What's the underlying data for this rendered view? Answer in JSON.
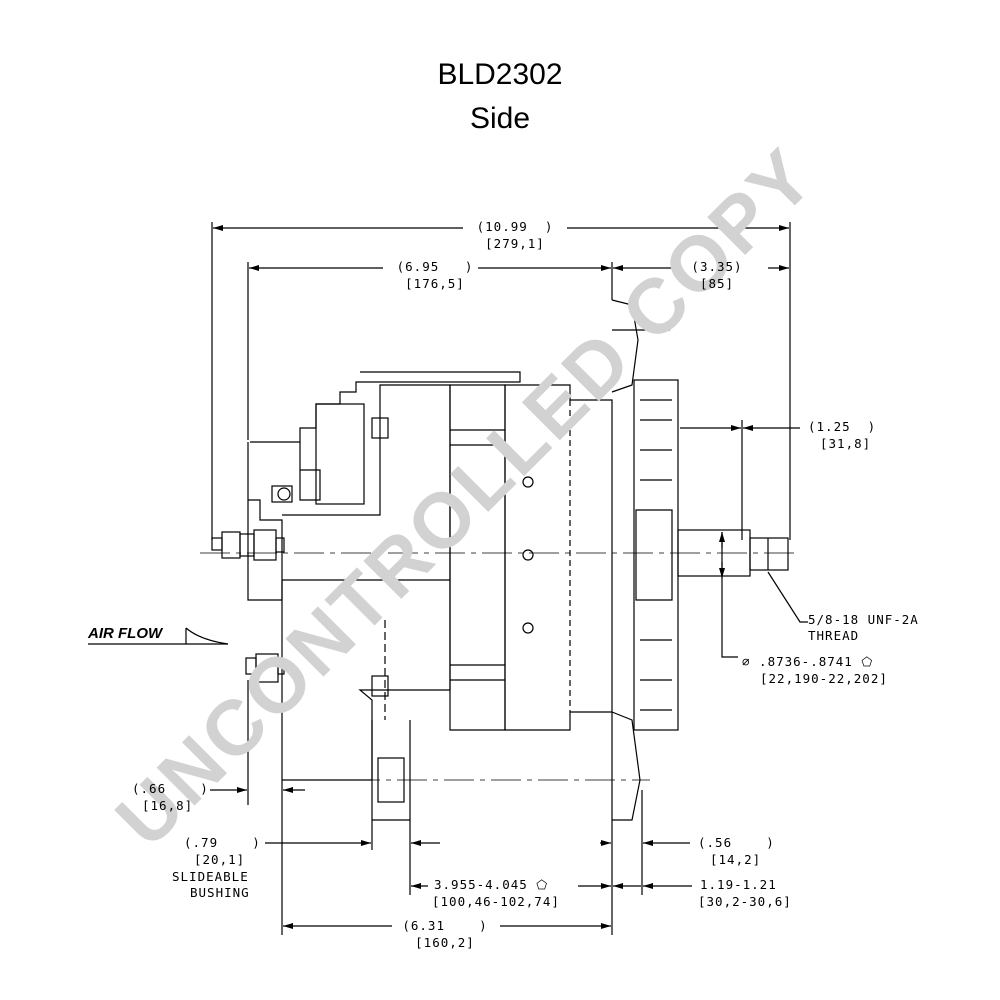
{
  "title": "BLD2302",
  "subtitle": "Side",
  "watermark": "UNCONTROLLED COPY",
  "airflow_label": "AIR FLOW",
  "dimensions": {
    "overall": {
      "inch": "(10.99  )",
      "mm": "[279,1]"
    },
    "body": {
      "inch": "(6.95   )",
      "mm": "[176,5]"
    },
    "front": {
      "inch": "(3.35)",
      "mm": "[85]"
    },
    "shaft": {
      "inch": "(1.25  )",
      "mm": "[31,8]"
    },
    "thread_line1": "5/8-18 UNF-2A",
    "thread_line2": "THREAD",
    "diameter": {
      "value": "∅ .8736-.8741 ⬠",
      "mm": "[22,190-22,202]"
    },
    "foot_offset": {
      "inch": "(.66    )",
      "mm": "[16,8]"
    },
    "bushing": {
      "inch": "(.79    )",
      "mm": "[20,1]",
      "label1": "SLIDEABLE",
      "label2": "BUSHING"
    },
    "pulley_width": {
      "inch": "(.56    )",
      "mm": "[14,2]"
    },
    "mount_span": {
      "inch": "3.955-4.045 ⬠",
      "mm": "[100,46-102,74]"
    },
    "flange": {
      "inch": "1.19-1.21",
      "mm": "[30,2-30,6]"
    },
    "base": {
      "inch": "(6.31    )",
      "mm": "[160,2]"
    }
  },
  "colors": {
    "line": "#000000",
    "watermark": "#d2d2d2"
  }
}
